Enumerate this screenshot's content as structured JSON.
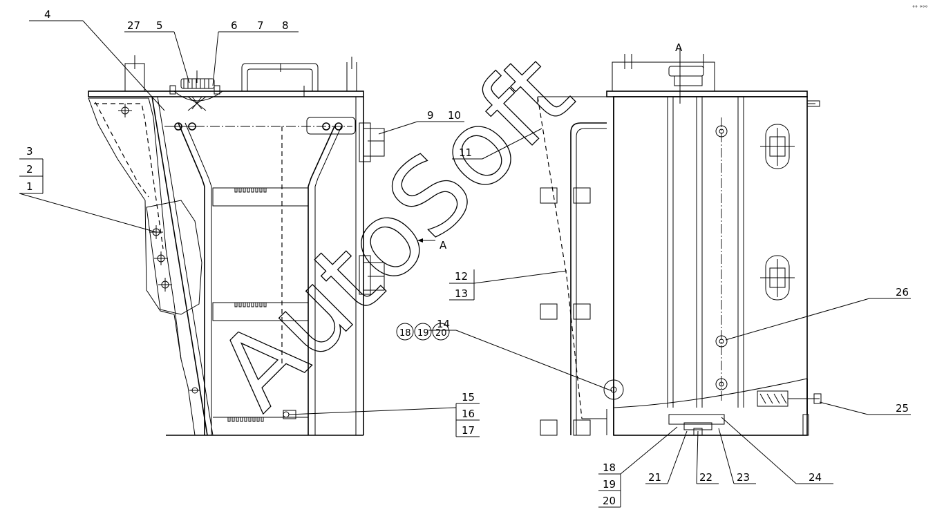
{
  "callouts": {
    "c1": "1",
    "c2": "2",
    "c3": "3",
    "c4": "4",
    "c5": "5",
    "c6": "6",
    "c7": "7",
    "c8": "8",
    "c9": "9",
    "c10": "10",
    "c11": "11",
    "c12": "12",
    "c13": "13",
    "c14": "14",
    "c15": "15",
    "c16": "16",
    "c17": "17",
    "c18a": "18",
    "c19a": "19",
    "c20a": "20",
    "c18b": "18",
    "c19b": "19",
    "c20b": "20",
    "c21": "21",
    "c22": "22",
    "c23": "23",
    "c24": "24",
    "c25": "25",
    "c26": "26",
    "c27": "27"
  },
  "view_label_a_top": "A",
  "view_label_a_arrow": "A",
  "watermark": "AutoSoft",
  "corner_mark": "°° °°°"
}
